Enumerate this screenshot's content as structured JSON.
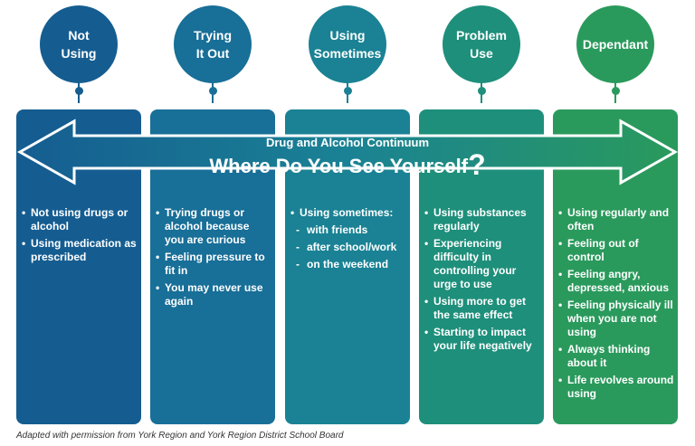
{
  "diagram": {
    "subtitle": "Drug and Alcohol Continuum",
    "title": "Where Do You See Yourself",
    "title_mark": "?",
    "stages": [
      {
        "name": "Not Using",
        "label_lines": [
          "Not",
          "Using"
        ],
        "color": "#155d91",
        "items": [
          {
            "text": "Not using drugs or alcohol",
            "type": "bullet"
          },
          {
            "text": "Using medication as prescribed",
            "type": "bullet"
          }
        ]
      },
      {
        "name": "Trying It Out",
        "label_lines": [
          "Trying",
          "It Out"
        ],
        "color": "#186f98",
        "items": [
          {
            "text": "Trying drugs or alcohol because you are curious",
            "type": "bullet"
          },
          {
            "text": "Feeling pressure to fit in",
            "type": "bullet"
          },
          {
            "text": "You may never use again",
            "type": "bullet"
          }
        ]
      },
      {
        "name": "Using Sometimes",
        "label_lines": [
          "Using",
          "Sometimes"
        ],
        "color": "#1a8294",
        "items": [
          {
            "text": "Using sometimes:",
            "type": "bullet"
          },
          {
            "text": "with friends",
            "type": "sub"
          },
          {
            "text": "after school/work",
            "type": "sub"
          },
          {
            "text": "on the weekend",
            "type": "sub"
          }
        ]
      },
      {
        "name": "Problem Use",
        "label_lines": [
          "Problem",
          "Use"
        ],
        "color": "#1e8f7b",
        "items": [
          {
            "text": "Using substances regularly",
            "type": "bullet"
          },
          {
            "text": "Experiencing difficulty in controlling your urge to use",
            "type": "bullet"
          },
          {
            "text": "Using more to get the same effect",
            "type": "bullet"
          },
          {
            "text": "Starting to impact your life negatively",
            "type": "bullet"
          }
        ]
      },
      {
        "name": "Dependant",
        "label_lines": [
          "Dependant"
        ],
        "color": "#2a9a5c",
        "items": [
          {
            "text": "Using regularly and often",
            "type": "bullet"
          },
          {
            "text": "Feeling out of control",
            "type": "bullet"
          },
          {
            "text": "Feeling angry, depressed, anxious",
            "type": "bullet"
          },
          {
            "text": "Feeling physically ill when you are not using",
            "type": "bullet"
          },
          {
            "text": "Always thinking about it",
            "type": "bullet"
          },
          {
            "text": "Life revolves around using",
            "type": "bullet"
          }
        ]
      }
    ],
    "arrow_gradient": [
      "#155d91",
      "#1a8294",
      "#2a9a5c"
    ]
  },
  "footer": {
    "credit": "Adapted with permission from York Region and York Region District School Board"
  }
}
